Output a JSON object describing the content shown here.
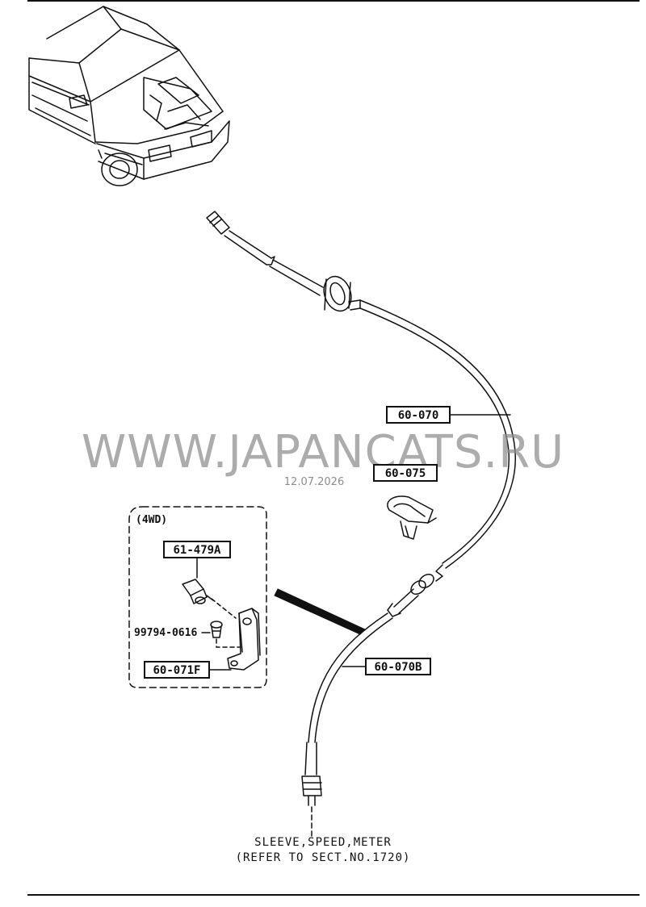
{
  "diagram": {
    "callouts": {
      "cable_main": "60-070",
      "clip": "60-075",
      "sensor": "61-479A",
      "bolt": "99794-0616",
      "bracket": "60-071F",
      "cable_lower": "60-070B"
    },
    "inset_label": "(4WD)",
    "footer_line1": "SLEEVE,SPEED,METER",
    "footer_line2": "(REFER TO SECT.NO.1720)"
  },
  "watermark": {
    "text": "WWW.JAPANCATS.RU",
    "date": "12.07.2026"
  },
  "colors": {
    "ink": "#111111",
    "watermark": "#8d8d8d",
    "paper": "#ffffff"
  }
}
